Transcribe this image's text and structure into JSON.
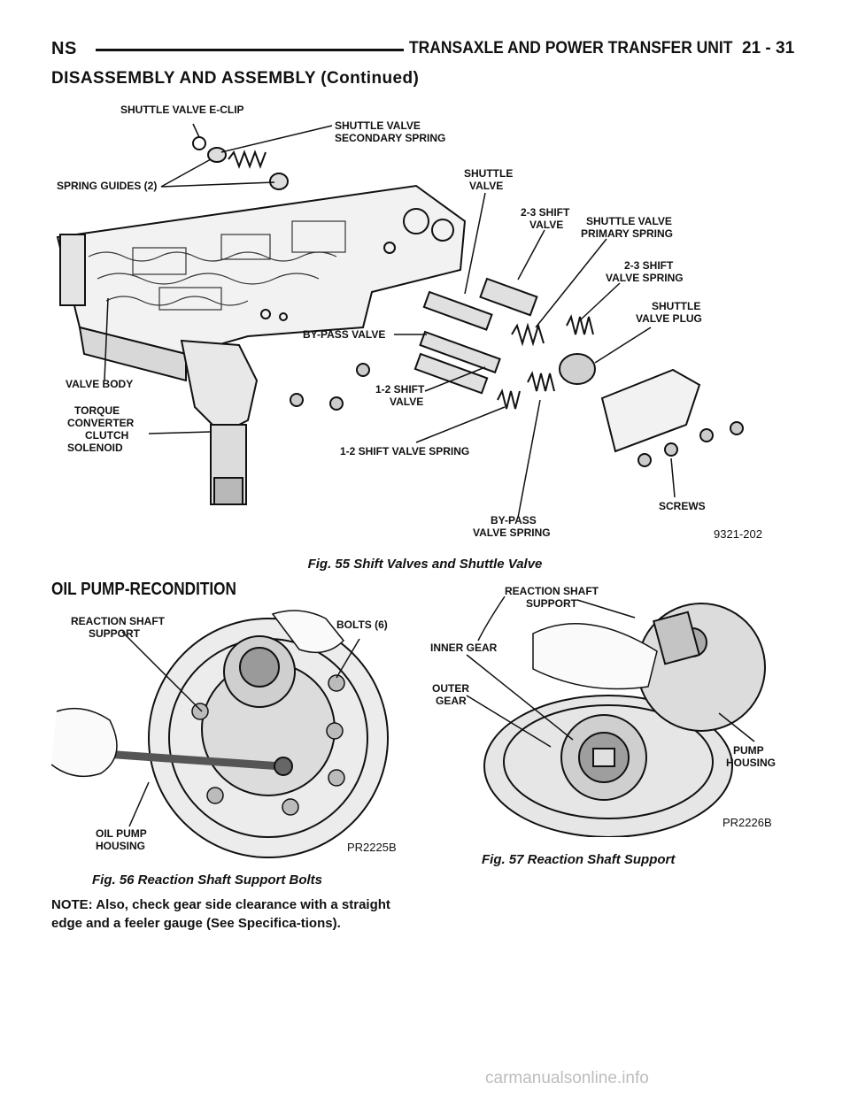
{
  "header": {
    "left": "NS",
    "title": "TRANSAXLE AND POWER TRANSFER UNIT",
    "page": "21 - 31"
  },
  "section_title": "DISASSEMBLY AND ASSEMBLY (Continued)",
  "figure55": {
    "caption": "Fig. 55 Shift Valves and Shuttle Valve",
    "code": "9321-202",
    "labels": {
      "e_clip": "SHUTTLE VALVE E-CLIP",
      "secondary_spring_1": "SHUTTLE VALVE",
      "secondary_spring_2": "SECONDARY SPRING",
      "spring_guides": "SPRING GUIDES (2)",
      "shuttle_valve_1": "SHUTTLE",
      "shuttle_valve_2": "VALVE",
      "shift_23_valve_1": "2-3 SHIFT",
      "shift_23_valve_2": "VALVE",
      "primary_spring_1": "SHUTTLE VALVE",
      "primary_spring_2": "PRIMARY SPRING",
      "shift_23_spring_1": "2-3 SHIFT",
      "shift_23_spring_2": "VALVE SPRING",
      "valve_plug_1": "SHUTTLE",
      "valve_plug_2": "VALVE PLUG",
      "bypass_valve": "BY-PASS VALVE",
      "valve_body": "VALVE BODY",
      "shift_12_valve_1": "1-2 SHIFT",
      "shift_12_valve_2": "VALVE",
      "tcc_1": "TORQUE",
      "tcc_2": "CONVERTER",
      "tcc_3": "CLUTCH",
      "tcc_4": "SOLENOID",
      "shift_12_spring": "1-2 SHIFT VALVE SPRING",
      "screws": "SCREWS",
      "bypass_spring_1": "BY-PASS",
      "bypass_spring_2": "VALVE SPRING"
    }
  },
  "oil_pump_heading": "OIL PUMP-RECONDITION",
  "figure56": {
    "caption": "Fig. 56 Reaction Shaft Support Bolts",
    "code": "PR2225B",
    "labels": {
      "support_1": "REACTION SHAFT",
      "support_2": "SUPPORT",
      "bolts": "BOLTS (6)",
      "housing_1": "OIL PUMP",
      "housing_2": "HOUSING"
    }
  },
  "figure57": {
    "caption": "Fig. 57 Reaction Shaft Support",
    "code": "PR2226B",
    "labels": {
      "support_1": "REACTION SHAFT",
      "support_2": "SUPPORT",
      "inner_gear": "INNER GEAR",
      "outer_gear_1": "OUTER",
      "outer_gear_2": "GEAR",
      "pump_housing_1": "PUMP",
      "pump_housing_2": "HOUSING"
    }
  },
  "note": "NOTE: Also, check gear side clearance with a straight edge and a feeler gauge (See Specifica-tions).",
  "watermark": "carmanualsonline.info"
}
